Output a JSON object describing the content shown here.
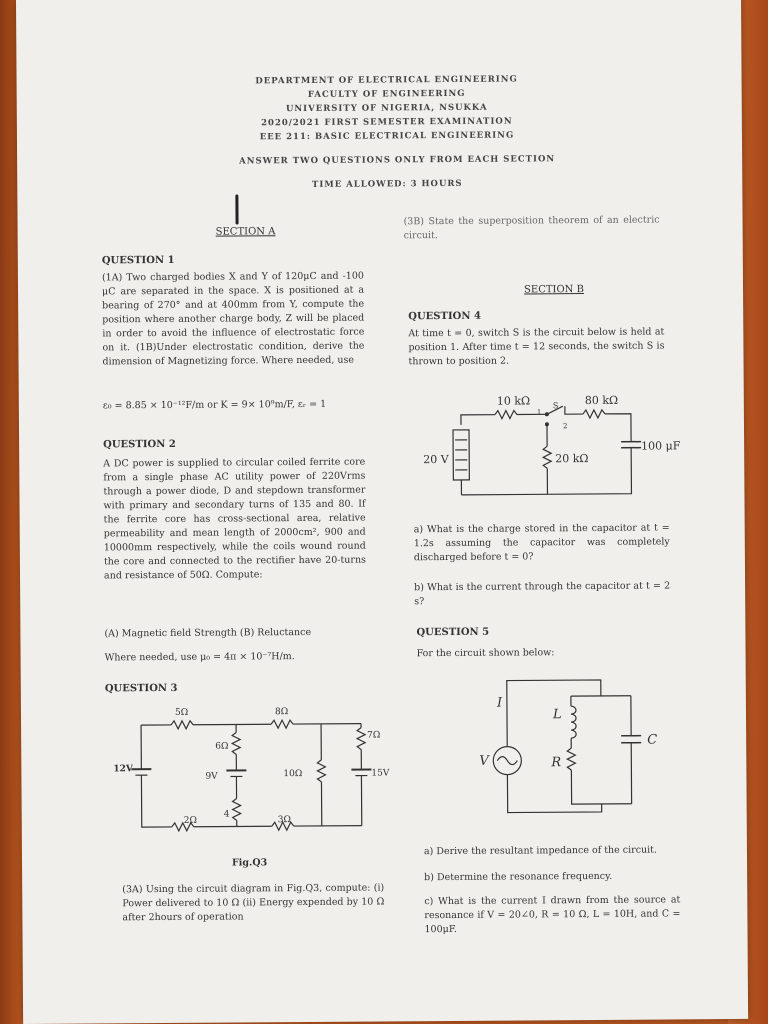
{
  "header": {
    "line1": "DEPARTMENT OF ELECTRICAL ENGINEERING",
    "line2": "FACULTY OF ENGINEERING",
    "line3": "UNIVERSITY OF NIGERIA, NSUKKA",
    "line4": "2020/2021 FIRST SEMESTER EXAMINATION",
    "line5": "EEE 211: BASIC ELECTRICAL ENGINEERING",
    "instruction": "ANSWER TWO QUESTIONS ONLY FROM EACH SECTION",
    "time": "TIME ALLOWED: 3 HOURS"
  },
  "section_a": {
    "title": "SECTION A",
    "q1": {
      "title": "QUESTION 1",
      "text": "(1A) Two charged bodies X and Y of 120μC and -100 μC are separated in the space. X is positioned at a bearing of 270° and at 400mm from Y, compute the position where another charge body, Z will be placed in order to avoid the influence of electrostatic force on it. (1B)Under electrostatic condition, derive the dimension of Magnetizing force. Where needed, use",
      "constants": "ε₀ = 8.85 × 10⁻¹²F/m or K = 9× 10⁹m/F, εᵣ = 1"
    },
    "q2": {
      "title": "QUESTION 2",
      "text": "A DC power is supplied to circular coiled ferrite core from a single phase AC utility power of 220Vrms through a power diode, D and stepdown transformer with primary and secondary turns of 135 and 80. If the ferrite core has cross-sectional area, relative permeability and mean length of 2000cm², 900 and 10000mm respectively, while the coils wound round the core and connected to the rectifier have 20-turns and resistance of 50Ω. Compute:",
      "parts": "(A) Magnetic field Strength (B) Reluctance",
      "where": "Where needed, use μ₀ = 4π × 10⁻⁷H/m."
    },
    "q3": {
      "title": "QUESTION 3",
      "figure_caption": "Fig.Q3",
      "text": "(3A) Using the circuit diagram in Fig.Q3, compute: (i) Power delivered to 10 Ω (ii) Energy expended by 10 Ω after 2hours of operation",
      "labels": {
        "r5": "5Ω",
        "r8": "8Ω",
        "r7": "7Ω",
        "r6": "6Ω",
        "r10": "10Ω",
        "r4": "4",
        "r2": "2Ω",
        "r3": "3Ω",
        "v12": "12V",
        "v9": "9V",
        "v15": "15V"
      }
    },
    "q3b": "(3B) State the superposition theorem of an electric circuit."
  },
  "section_b": {
    "title": "SECTION B",
    "q4": {
      "title": "QUESTION 4",
      "text": "At time t = 0, switch S is the circuit below is held at position 1. After time t = 12 seconds, the switch S is thrown to position 2.",
      "labels": {
        "r10k": "10 kΩ",
        "r80k": "80 kΩ",
        "r20k": "20 kΩ",
        "v20": "20 V",
        "c100": "100 μF",
        "s": "S",
        "p1": "1",
        "p2": "2"
      },
      "a": "a) What is the charge stored in the capacitor at t = 1.2s assuming the capacitor was completely discharged before t = 0?",
      "b": "b) What is the current through the capacitor at t = 2 s?"
    },
    "q5": {
      "title": "QUESTION 5",
      "intro": "For the circuit shown below:",
      "labels": {
        "i": "I",
        "l": "L",
        "c": "C",
        "v": "V",
        "r": "R"
      },
      "a": "a) Derive the resultant impedance of the circuit.",
      "b": "b) Determine the resonance frequency.",
      "c": "c) What is the current I drawn from the source at resonance if V = 20∠0, R = 10 Ω, L = 10H, and C = 100μF."
    }
  }
}
